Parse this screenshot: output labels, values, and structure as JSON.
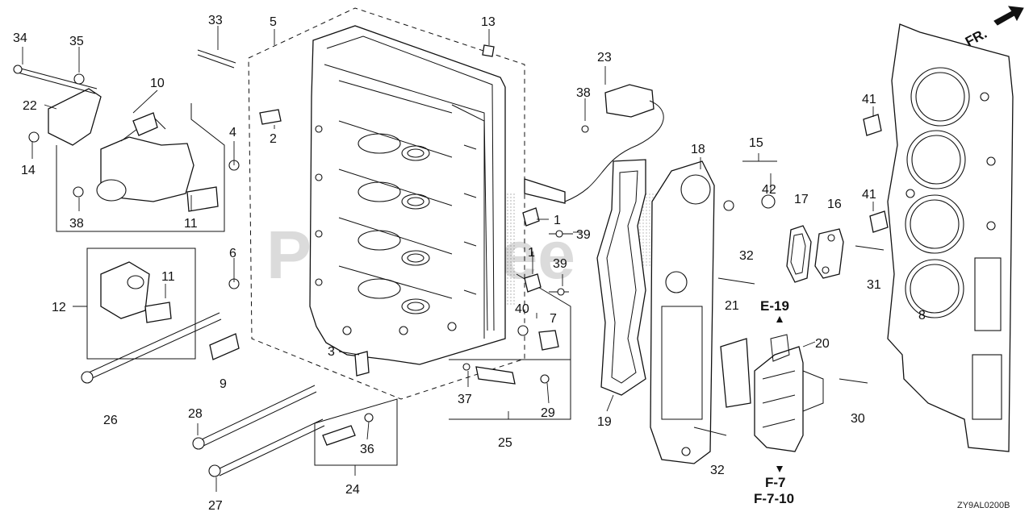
{
  "watermark": "PartsTree",
  "direction_indicator": "FR.",
  "diagram_code": "ZY9AL0200B",
  "references": [
    "E-19",
    "F-7",
    "F-7-10"
  ],
  "callouts": [
    "1",
    "1",
    "2",
    "3",
    "4",
    "5",
    "6",
    "7",
    "8",
    "9",
    "10",
    "11",
    "11",
    "12",
    "13",
    "14",
    "15",
    "16",
    "17",
    "18",
    "19",
    "20",
    "21",
    "22",
    "23",
    "24",
    "25",
    "26",
    "27",
    "28",
    "29",
    "30",
    "31",
    "32",
    "32",
    "33",
    "34",
    "35",
    "36",
    "37",
    "38",
    "38",
    "39",
    "39",
    "40",
    "41",
    "41",
    "42"
  ]
}
